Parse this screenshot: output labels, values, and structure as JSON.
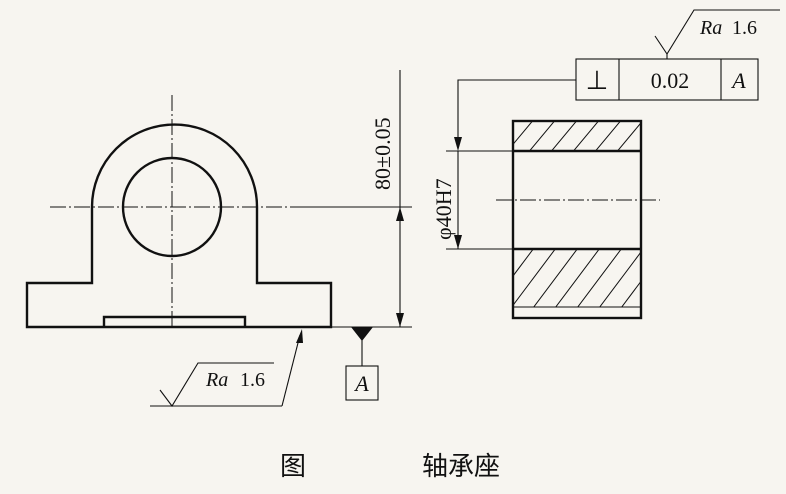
{
  "figure": {
    "caption_label": "图",
    "caption_title": "轴承座"
  },
  "dimensions": {
    "height": "80±0.05",
    "bore": "φ40H7"
  },
  "roughness": {
    "symbol": "Ra",
    "top_value": "1.6",
    "bottom_value": "1.6"
  },
  "tolerance_frame": {
    "symbol": "⊥",
    "value": "0.02",
    "datum": "A"
  },
  "datum": {
    "letter": "A"
  }
}
